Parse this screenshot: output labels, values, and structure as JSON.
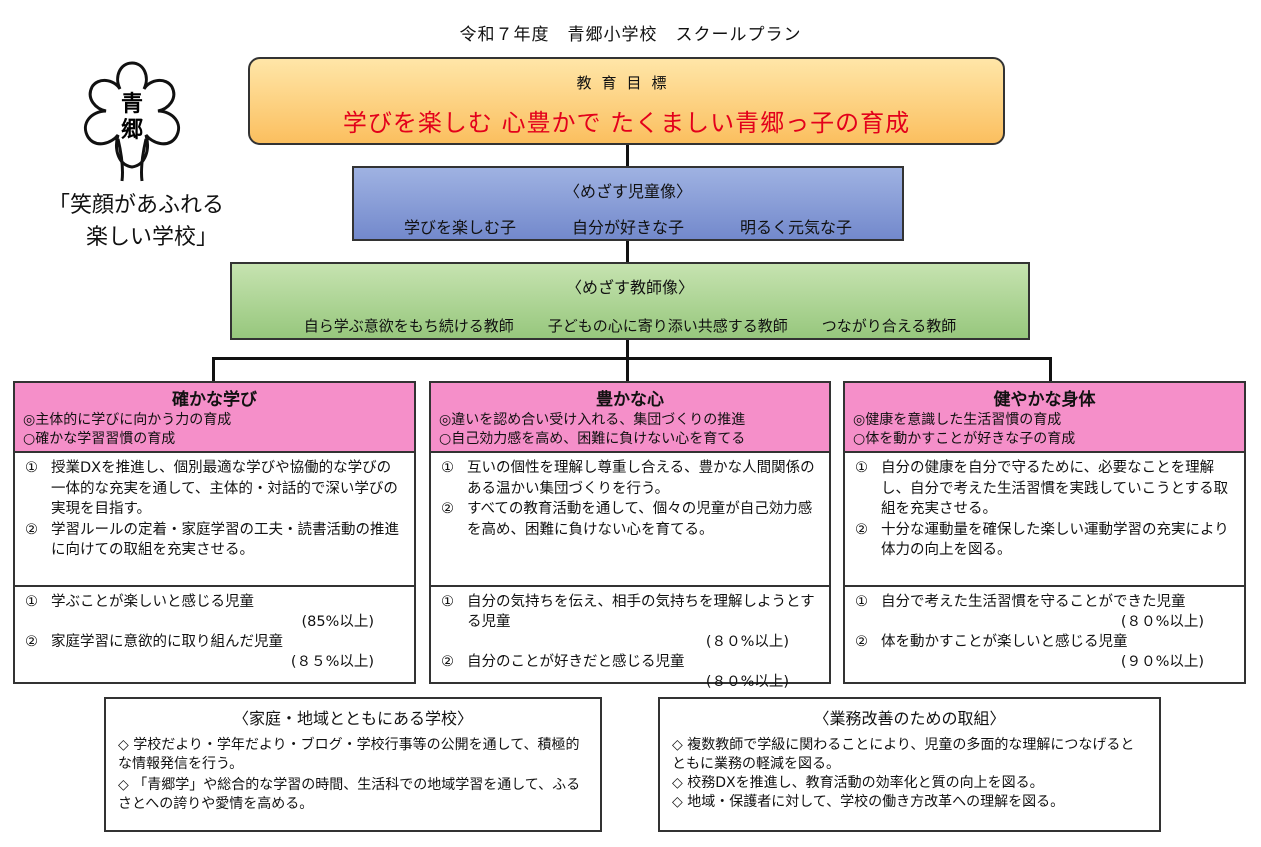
{
  "header": {
    "title": "令和７年度　青郷小学校　スクールプラン"
  },
  "logo": {
    "chars": "青 郷",
    "slogan_line1": "「笑顔があふれる",
    "slogan_line2": "楽しい学校」"
  },
  "goal": {
    "label": "教育目標",
    "text": "学びを楽しむ 心豊かで たくましい青郷っ子の育成"
  },
  "child_image": {
    "title": "〈めざす児童像〉",
    "items": [
      "学びを楽しむ子",
      "自分が好きな子",
      "明るく元気な子"
    ]
  },
  "teacher_image": {
    "title": "〈めざす教師像〉",
    "items": [
      "自ら学ぶ意欲をもち続ける教師",
      "子どもの心に寄り添い共感する教師",
      "つながり合える教師"
    ]
  },
  "columns": [
    {
      "name": "確かな学び",
      "head_items": [
        "◎主体的に学びに向かう力の育成",
        "○確かな学習習慣の育成"
      ],
      "actions": [
        {
          "num": "①",
          "text": "授業DXを推進し、個別最適な学びや協働的な学びの一体的な充実を通して、主体的・対話的で深い学びの実現を目指す。"
        },
        {
          "num": "②",
          "text": "学習ルールの定着・家庭学習の工夫・読書活動の推進に向けての取組を充実させる。"
        }
      ],
      "evals": [
        {
          "num": "①",
          "text": "学ぶことが楽しいと感じる児童",
          "pct": "(85%以上)"
        },
        {
          "num": "②",
          "text": "家庭学習に意欲的に取り組んだ児童",
          "pct": "(８５%以上)"
        }
      ]
    },
    {
      "name": "豊かな心",
      "head_items": [
        "◎違いを認め合い受け入れる、集団づくりの推進",
        "○自己効力感を高め、困難に負けない心を育てる"
      ],
      "actions": [
        {
          "num": "①",
          "text": "互いの個性を理解し尊重し合える、豊かな人間関係のある温かい集団づくりを行う。"
        },
        {
          "num": "②",
          "text": "すべての教育活動を通して、個々の児童が自己効力感を高め、困難に負けない心を育てる。"
        }
      ],
      "evals": [
        {
          "num": "①",
          "text": "自分の気持ちを伝え、相手の気持ちを理解しようとする児童",
          "pct": "(８０%以上)"
        },
        {
          "num": "②",
          "text": "自分のことが好きだと感じる児童",
          "pct": "(８０%以上)"
        }
      ]
    },
    {
      "name": "健やかな身体",
      "head_items": [
        "◎健康を意識した生活習慣の育成",
        "○体を動かすことが好きな子の育成"
      ],
      "actions": [
        {
          "num": "①",
          "text": "自分の健康を自分で守るために、必要なことを理解し、自分で考えた生活習慣を実践していこうとする取組を充実させる。"
        },
        {
          "num": "②",
          "text": "十分な運動量を確保した楽しい運動学習の充実により体力の向上を図る。"
        }
      ],
      "evals": [
        {
          "num": "①",
          "text": "自分で考えた生活習慣を守ることができた児童",
          "pct": "(８０%以上)"
        },
        {
          "num": "②",
          "text": "体を動かすことが楽しいと感じる児童",
          "pct": "(９０%以上)"
        }
      ]
    }
  ],
  "community": {
    "title": "〈家庭・地域とともにある学校〉",
    "items": [
      "◇ 学校だより・学年だより・ブログ・学校行事等の公開を通して、積極的な情報発信を行う。",
      "◇ 「青郷学」や総合的な学習の時間、生活科での地域学習を通して、ふるさとへの誇りや愛情を高める。"
    ]
  },
  "reform": {
    "title": "〈業務改善のための取組〉",
    "items": [
      "◇ 複数教師で学級に関わることにより、児童の多面的な理解につなげるとともに業務の軽減を図る。",
      "◇ 校務DXを推進し、教育活動の効率化と質の向上を図る。",
      "◇ 地域・保護者に対して、学校の働き方改革への理解を図る。"
    ]
  }
}
